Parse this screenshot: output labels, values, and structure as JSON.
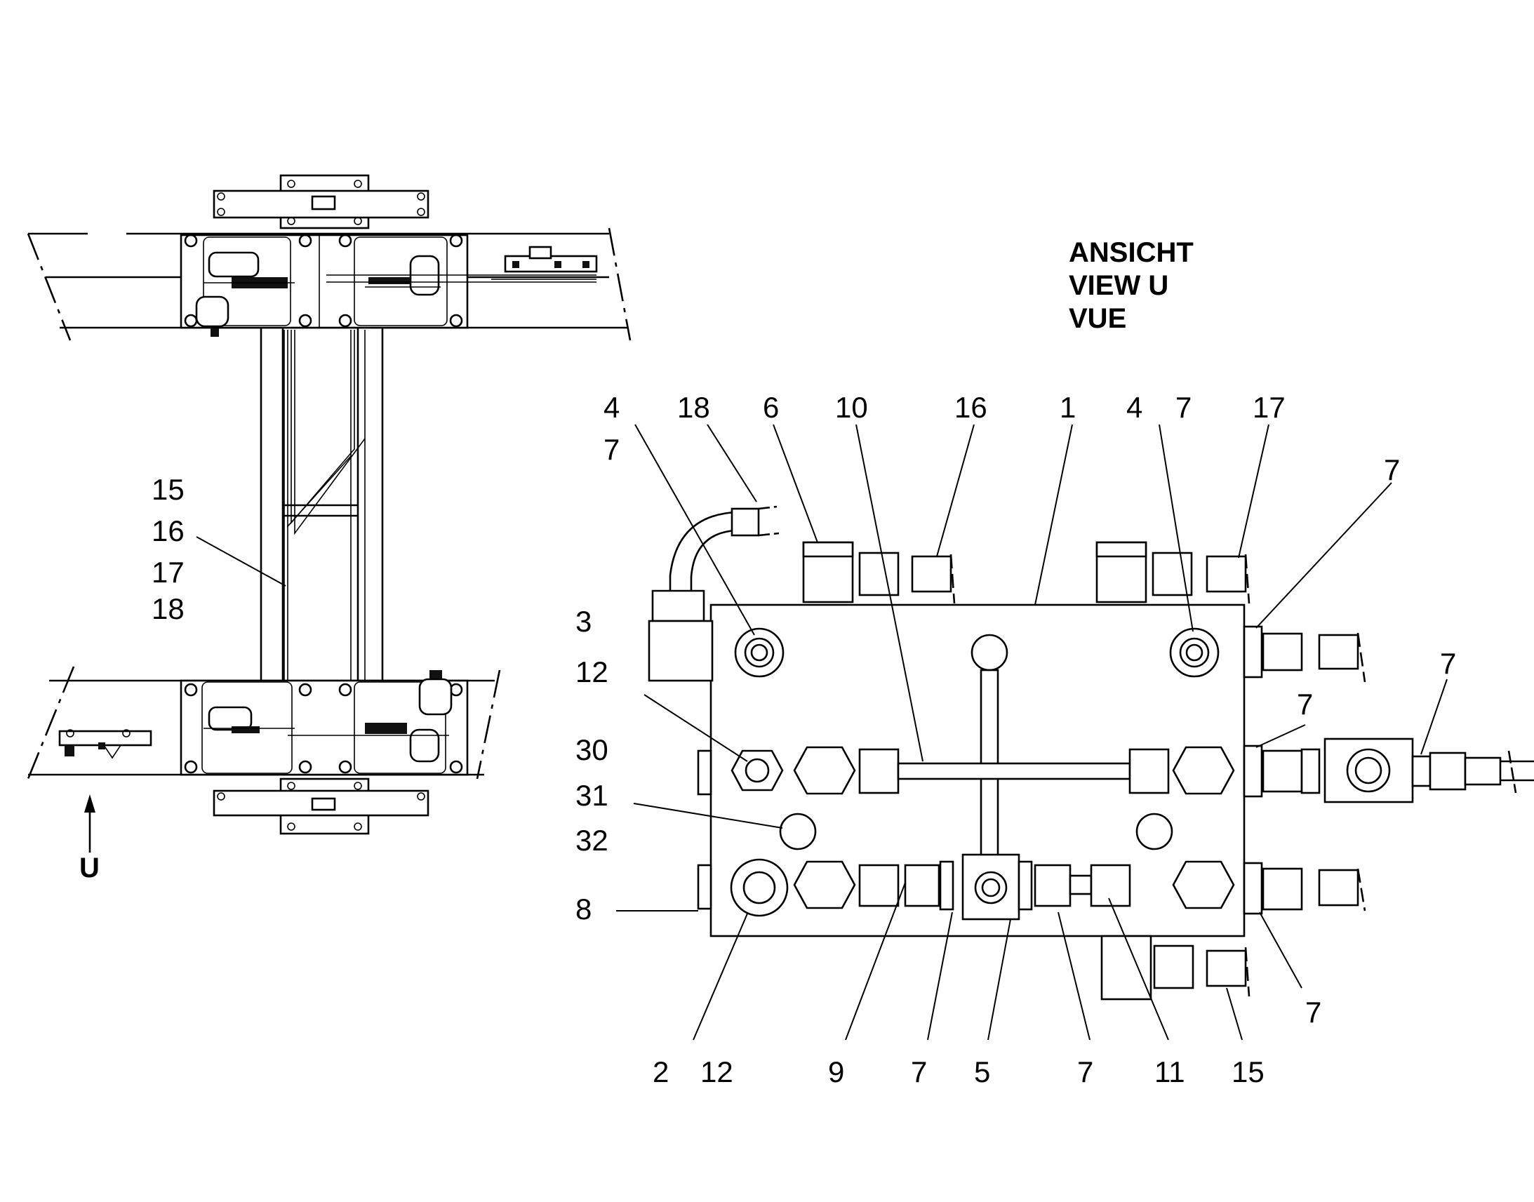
{
  "view_title": {
    "line1": "ANSICHT",
    "line2": "VIEW  U",
    "line3": "VUE"
  },
  "view_arrow_label": "U",
  "left_labels": [
    "15",
    "16",
    "17",
    "18"
  ],
  "callouts": {
    "top_4": "4",
    "top_7": "7",
    "top_18": "18",
    "top_6": "6",
    "top_10": "10",
    "top_16": "16",
    "top_1": "1",
    "top_4b": "4",
    "top_7b": "7",
    "top_17": "17",
    "right_7a": "7",
    "right_7b": "7",
    "right_7c": "7",
    "right_7d": "7",
    "left_3": "3",
    "left_12": "12",
    "left_30": "30",
    "left_31": "31",
    "left_32": "32",
    "left_8": "8",
    "bot_2": "2",
    "bot_12": "12",
    "bot_9": "9",
    "bot_7a": "7",
    "bot_5": "5",
    "bot_7b": "7",
    "bot_11": "11",
    "bot_15": "15"
  }
}
